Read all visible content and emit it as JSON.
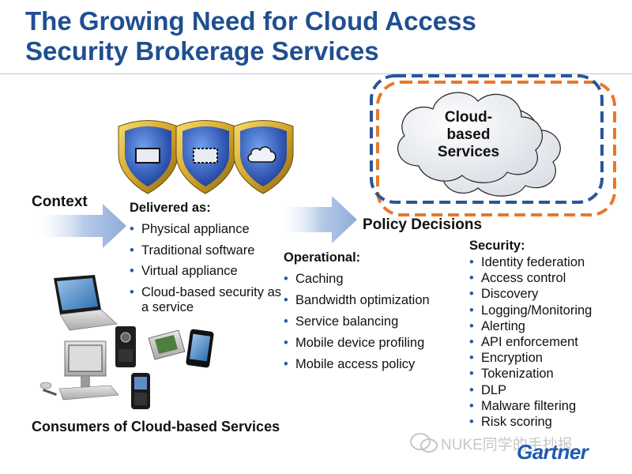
{
  "slide": {
    "title_line1": "The Growing Need for Cloud Access",
    "title_line2": "Security Brokerage Services",
    "context_label": "Context",
    "delivered": {
      "heading": "Delivered as:",
      "items": [
        "Physical appliance",
        "Traditional software",
        "Virtual appliance",
        "Cloud-based security as a service"
      ]
    },
    "policy_heading": "Policy Decisions",
    "operational": {
      "heading": "Operational:",
      "items": [
        "Caching",
        "Bandwidth optimization",
        "Service balancing",
        "Mobile device profiling",
        "Mobile access policy"
      ]
    },
    "security": {
      "heading": "Security:",
      "items": [
        "Identity federation",
        "Access control",
        "Discovery",
        "Logging/Monitoring",
        "Alerting",
        "API enforcement",
        "Encryption",
        "Tokenization",
        "DLP",
        "Malware filtering",
        "Risk scoring"
      ]
    },
    "cloud_label": "Cloud-based Services",
    "consumers_label": "Consumers of Cloud-based Services",
    "watermark": "NUKE同学的手抄报",
    "logo": "Gartner",
    "colors": {
      "title": "#1f4f91",
      "dash_blue": "#2a5599",
      "dash_orange": "#e8782a",
      "arrow": "#9fb9df",
      "shield_gold": "#d4a62a"
    },
    "icons": [
      "shield-appliance-icon",
      "shield-software-icon",
      "shield-cloud-icon",
      "laptop-icon",
      "desktop-icon",
      "phone-icon",
      "camera-icon",
      "wechat-icon"
    ]
  }
}
